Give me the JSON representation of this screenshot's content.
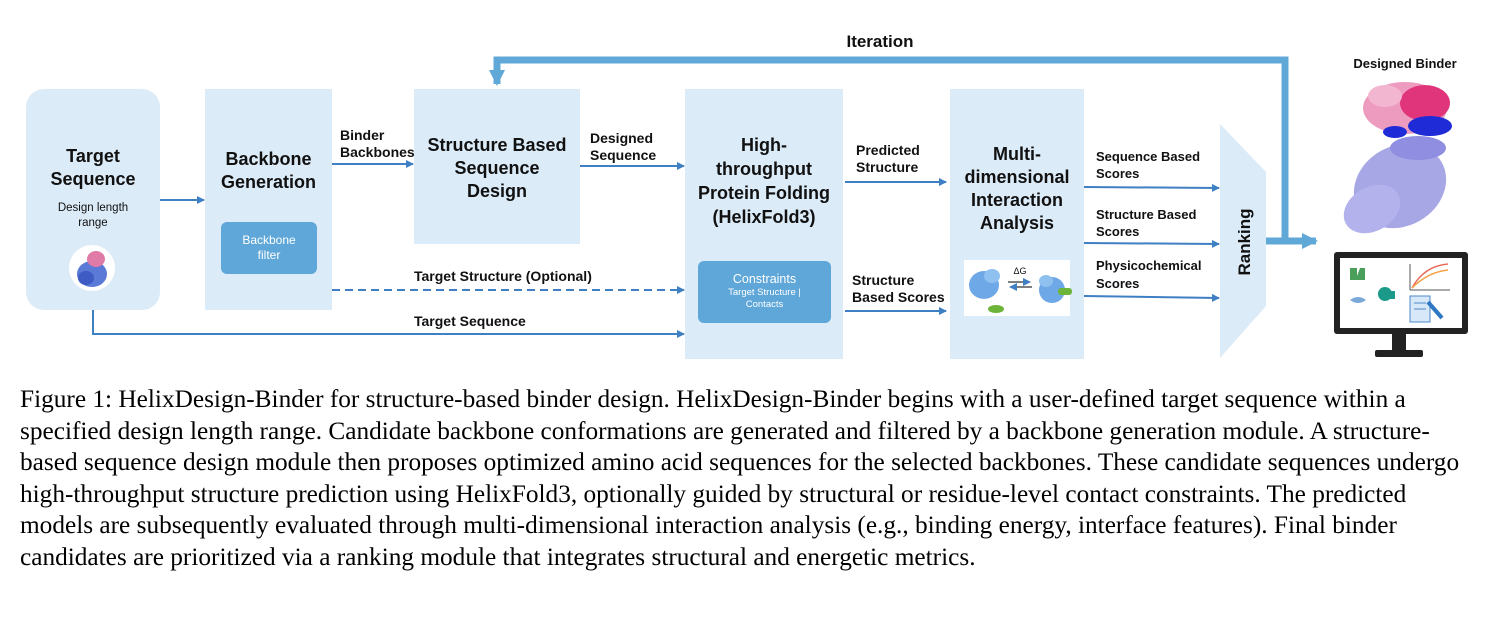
{
  "figure": {
    "iteration_label": "Iteration",
    "designed_binder_label": "Designed Binder",
    "target": {
      "title_line1": "Target",
      "title_line2": "Sequence",
      "note_line1": "Design length",
      "note_line2": "range"
    },
    "backbone": {
      "title_line1": "Backbone",
      "title_line2": "Generation",
      "filter_line1": "Backbone",
      "filter_line2": "filter"
    },
    "binder_backbones": {
      "line1": "Binder",
      "line2": "Backbones"
    },
    "seq_design": {
      "line1": "Structure Based",
      "line2": "Sequence",
      "line3": "Design"
    },
    "designed_sequence": {
      "line1": "Designed",
      "line2": "Sequence"
    },
    "folding": {
      "line1": "High-",
      "line2": "throughput",
      "line3": "Protein Folding",
      "line4": "(HelixFold3)",
      "constraints_title": "Constraints",
      "constraints_sub1": "Target Structure |",
      "constraints_sub2": "Contacts"
    },
    "predicted_structure": {
      "line1": "Predicted",
      "line2": "Structure"
    },
    "structure_based_scores": {
      "line1": "Structure",
      "line2": "Based Scores"
    },
    "interaction": {
      "line1": "Multi-",
      "line2": "dimensional",
      "line3": "Interaction",
      "line4": "Analysis",
      "delta_g": "ΔG"
    },
    "target_structure_optional": "Target Structure (Optional)",
    "target_sequence_label": "Target Sequence",
    "scores": [
      {
        "line1": "Sequence Based",
        "line2": "Scores"
      },
      {
        "line1": "Structure Based",
        "line2": "Scores"
      },
      {
        "line1": "Physicochemical",
        "line2": "Scores"
      }
    ],
    "ranking": "Ranking",
    "colors": {
      "box": "#dcebf8",
      "arrow": "#3f7fc4",
      "iteration_arrow": "#5fa8d8",
      "pill": "#5fa7d8"
    }
  },
  "caption": {
    "label": "Figure 1:",
    "text": "HelixDesign-Binder for structure-based binder design. HelixDesign-Binder begins with a user-defined target sequence within a specified design length range. Candidate backbone conformations are generated and filtered by a backbone generation module. A structure-based sequence design module then proposes optimized amino acid sequences for the selected backbones. These candidate sequences undergo high-throughput structure prediction using HelixFold3, optionally guided by structural or residue-level contact constraints. The predicted models are subsequently evaluated through multi-dimensional interaction analysis (e.g., binding energy, interface features). Final binder candidates are prioritized via a ranking module that integrates structural and energetic metrics."
  }
}
